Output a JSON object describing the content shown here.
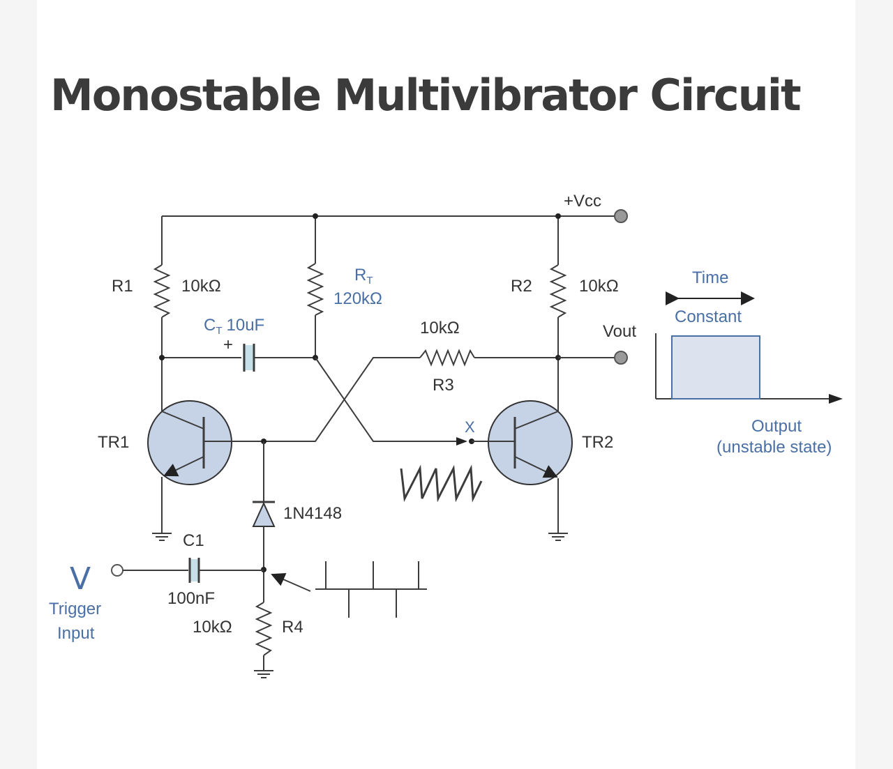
{
  "page": {
    "title": "Monostable Multivibrator Circuit"
  },
  "labels": {
    "vcc": "+Vcc",
    "r1_name": "R1",
    "r1_value": "10kΩ",
    "rt_name": "R",
    "rt_sub": "T",
    "rt_value": "120kΩ",
    "ct_name": "C",
    "ct_sub": "T",
    "ct_value": "10uF",
    "ct_plus": "+",
    "r2_name": "R2",
    "r2_value": "10kΩ",
    "r3_value": "10kΩ",
    "r3_name": "R3",
    "vout": "Vout",
    "tr1": "TR1",
    "tr2": "TR2",
    "x_point": "X",
    "diode": "1N4148",
    "c1_name": "C1",
    "c1_value": "100nF",
    "r4_value": "10kΩ",
    "r4_name": "R4",
    "trigger_line1": "Trigger",
    "trigger_line2": "Input",
    "time_line1": "Time",
    "time_line2": "Constant",
    "output_line1": "Output",
    "output_line2": "(unstable state)"
  },
  "colors": {
    "accent_blue": "#4a6fa5",
    "transistor_fill": "#c6d2e6",
    "pulse_fill": "#dde3ee",
    "wire": "#3c3c3c"
  }
}
